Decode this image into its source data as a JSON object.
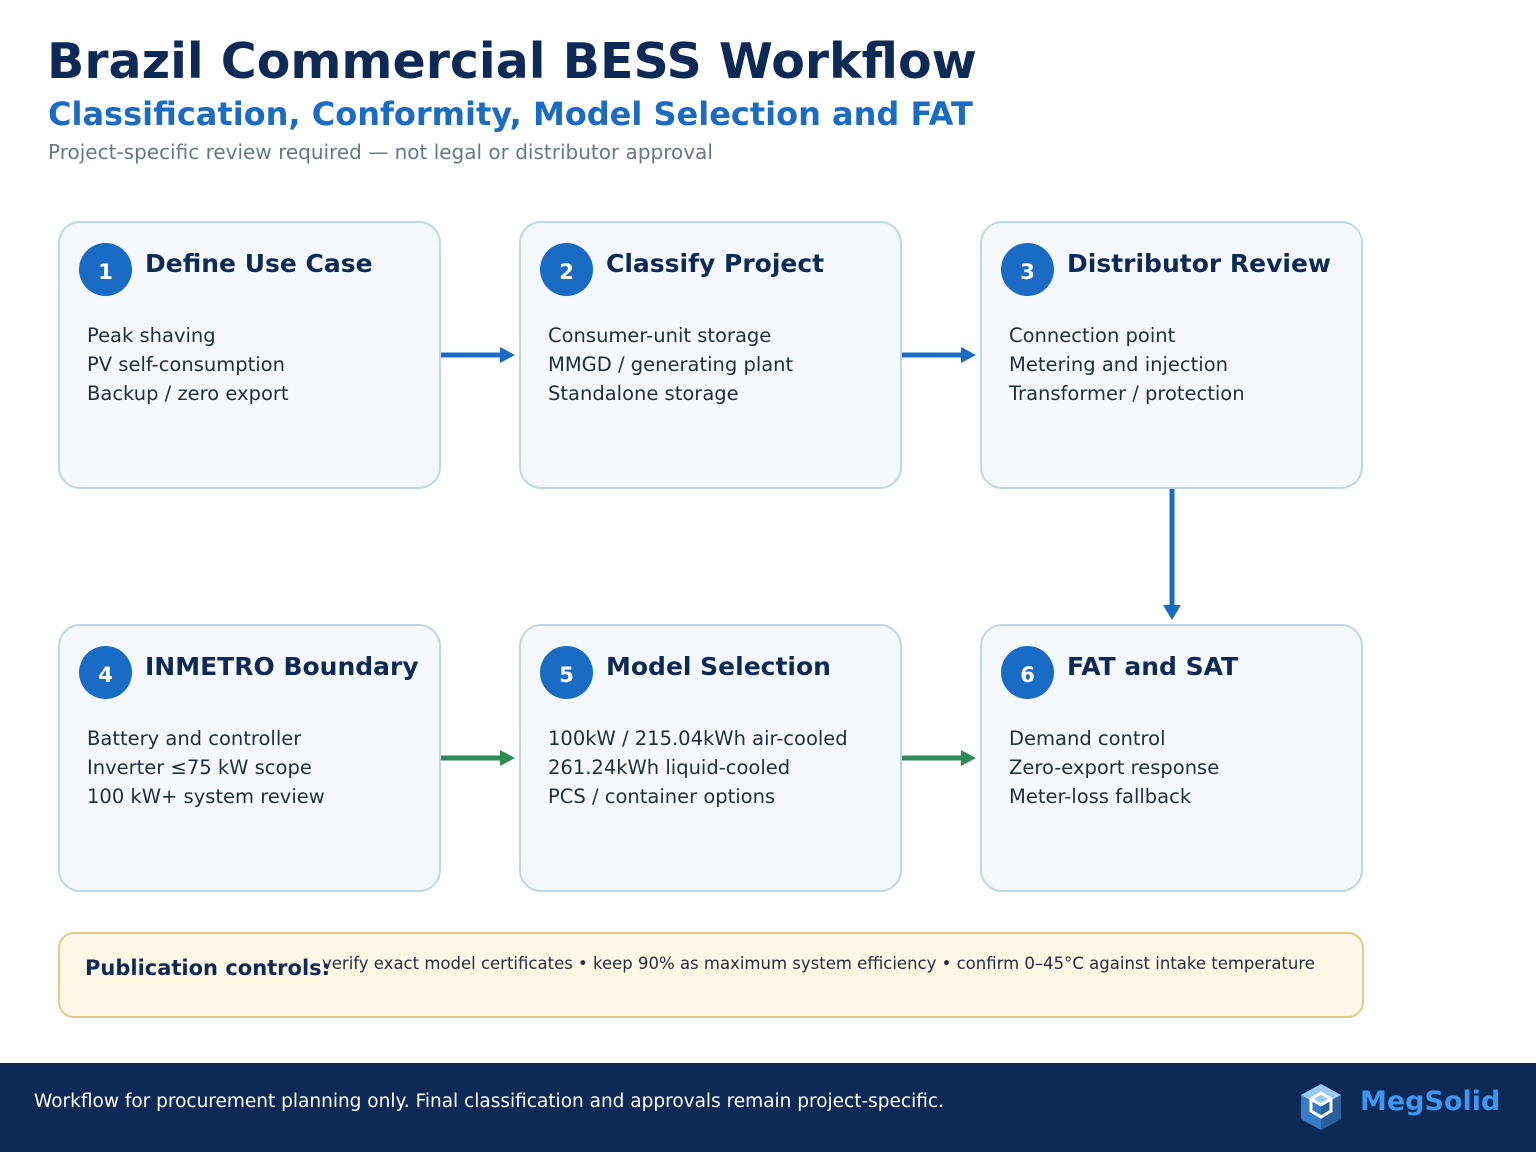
{
  "header": {
    "title": "Brazil Commercial BESS Workflow",
    "subtitle": "Classification, Conformity, Model Selection and FAT",
    "note": "Project-specific review required — not legal or distributor approval"
  },
  "steps": [
    {
      "number": "1",
      "title": "Define Use Case",
      "items": [
        "Peak shaving",
        "PV self-consumption",
        "Backup / zero export"
      ]
    },
    {
      "number": "2",
      "title": "Classify Project",
      "items": [
        "Consumer-unit storage",
        "MMGD / generating plant",
        "Standalone storage"
      ]
    },
    {
      "number": "3",
      "title": "Distributor Review",
      "items": [
        "Connection point",
        "Metering and injection",
        "Transformer / protection"
      ]
    },
    {
      "number": "4",
      "title": "INMETRO Boundary",
      "items": [
        "Battery and controller",
        "Inverter ≤75 kW scope",
        "100 kW+ system review"
      ]
    },
    {
      "number": "5",
      "title": "Model Selection",
      "items": [
        "100kW / 215.04kWh air-cooled",
        "261.24kWh liquid-cooled",
        "PCS / container options"
      ]
    },
    {
      "number": "6",
      "title": "FAT and SAT",
      "items": [
        "Demand control",
        "Zero-export response",
        "Meter-loss fallback"
      ]
    }
  ],
  "colors": {
    "blue_arrow": "#1a6bc4",
    "green_arrow": "#2e8b57"
  },
  "publication": {
    "label": "Publication controls:",
    "text": "verify exact model certificates • keep 90% as maximum system efficiency • confirm 0–45°C against intake temperature"
  },
  "footer": {
    "text": "Workflow for procurement planning only. Final classification and approvals remain project-specific.",
    "brand": "MegSolid",
    "logo_icon": "cube-logo-icon"
  }
}
